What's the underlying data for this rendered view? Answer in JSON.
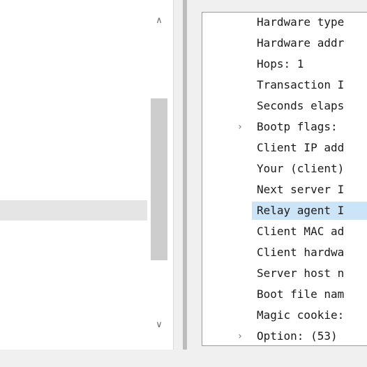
{
  "left_panel": {
    "scroll_up_icon": "∧",
    "scroll_down_icon": "∨"
  },
  "detail_tree": {
    "expander_icon": "›",
    "rows": [
      {
        "label": "Hardware type",
        "expandable": false,
        "selected": false
      },
      {
        "label": "Hardware addr",
        "expandable": false,
        "selected": false
      },
      {
        "label": "Hops: 1",
        "expandable": false,
        "selected": false
      },
      {
        "label": "Transaction I",
        "expandable": false,
        "selected": false
      },
      {
        "label": "Seconds elaps",
        "expandable": false,
        "selected": false
      },
      {
        "label": "Bootp flags:",
        "expandable": true,
        "selected": false
      },
      {
        "label": "Client IP add",
        "expandable": false,
        "selected": false
      },
      {
        "label": "Your (client)",
        "expandable": false,
        "selected": false
      },
      {
        "label": "Next server I",
        "expandable": false,
        "selected": false
      },
      {
        "label": "Relay agent I",
        "expandable": false,
        "selected": true
      },
      {
        "label": "Client MAC ad",
        "expandable": false,
        "selected": false
      },
      {
        "label": "Client hardwa",
        "expandable": false,
        "selected": false
      },
      {
        "label": "Server host n",
        "expandable": false,
        "selected": false
      },
      {
        "label": "Boot file nam",
        "expandable": false,
        "selected": false
      },
      {
        "label": "Magic cookie:",
        "expandable": false,
        "selected": false
      },
      {
        "label": "Option: (53)",
        "expandable": true,
        "selected": false
      }
    ]
  }
}
